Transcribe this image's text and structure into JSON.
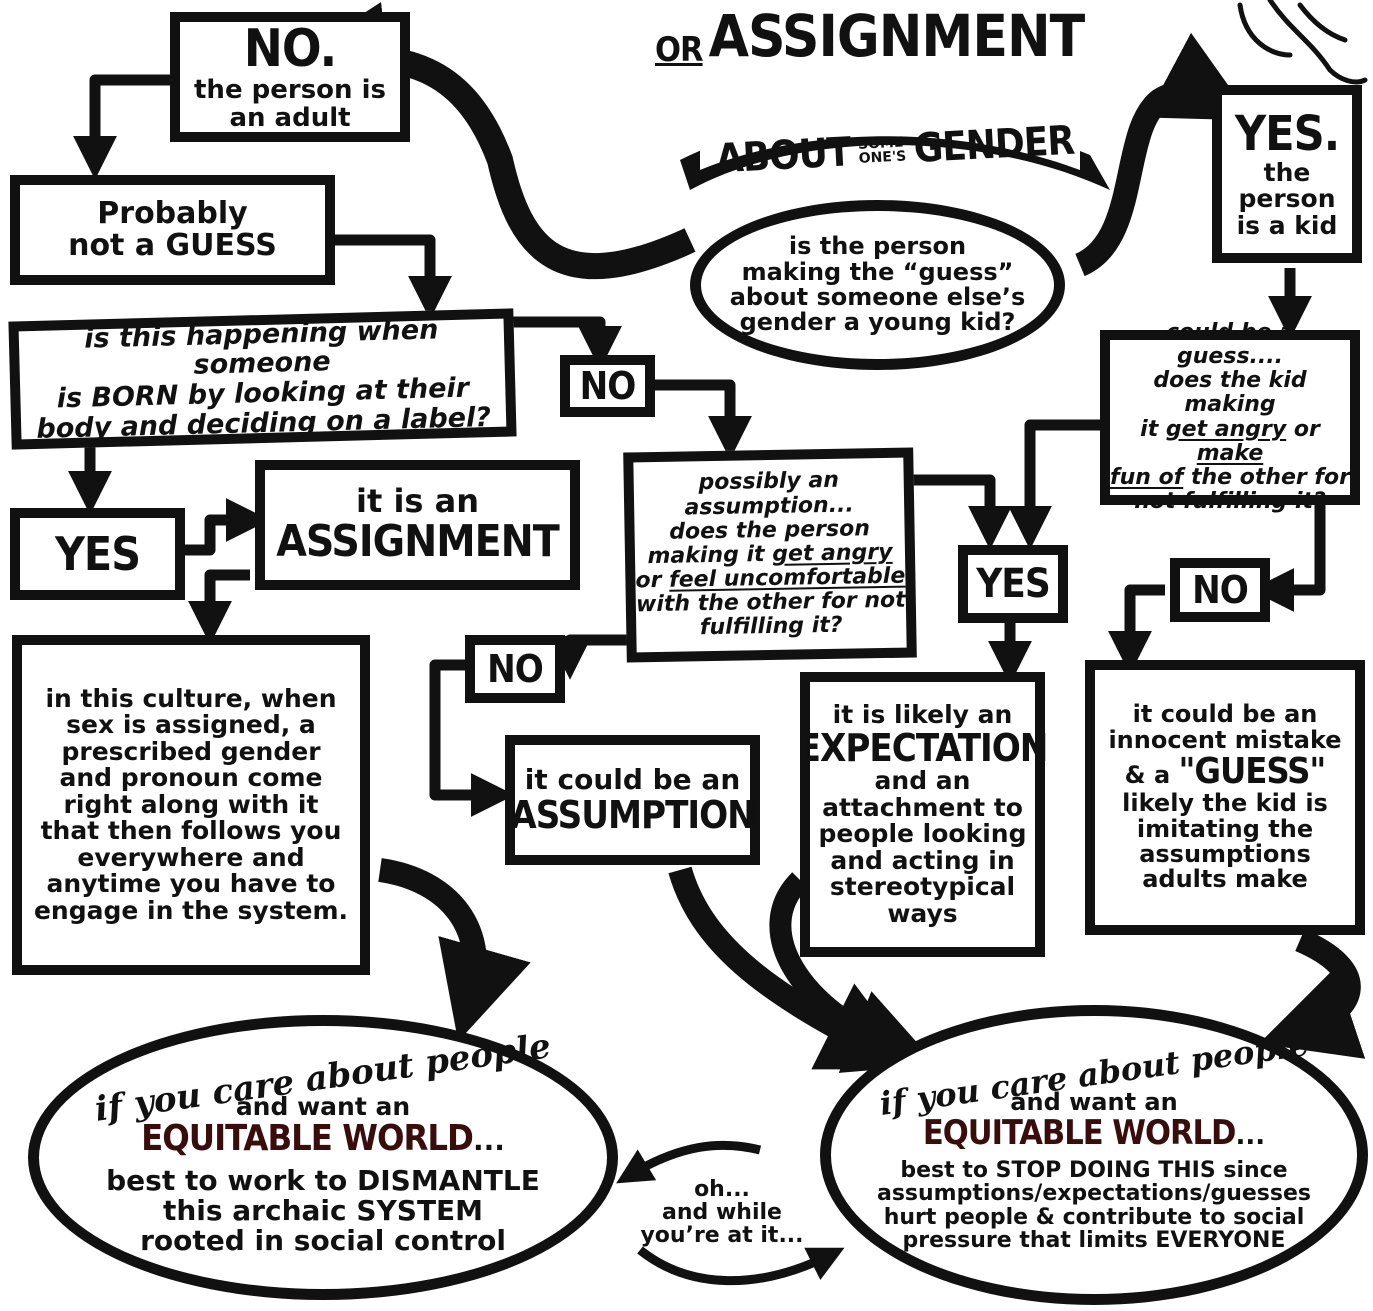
{
  "title": {
    "or_prefix": "OR",
    "assignment": "ASSIGNMENT"
  },
  "banner": {
    "about": "ABOUT",
    "some": "SOME",
    "ones": "ONE'S",
    "gender": "GENDER"
  },
  "start": {
    "lines": [
      "is the person",
      "making the “guess”",
      "about someone else’s",
      "gender a young kid?"
    ]
  },
  "no_adult": {
    "head": "NO.",
    "lines": [
      "the person is",
      "an adult"
    ]
  },
  "yes_kid": {
    "head": "YES.",
    "lines": [
      "the",
      "person",
      "is a kid"
    ]
  },
  "probably": {
    "lines": [
      "Probably",
      "not a GUESS"
    ]
  },
  "born_q": {
    "lines": [
      "is this happening when someone",
      "is BORN by looking at their",
      "body and deciding on a label?"
    ]
  },
  "labels": {
    "yes": "YES",
    "no": "NO"
  },
  "assignment_box": {
    "line1": "it is an",
    "big": "ASSIGNMENT"
  },
  "culture": {
    "lines": [
      "in this culture, when",
      "sex is assigned, a",
      "prescribed gender",
      "and pronoun come",
      "right along with it",
      "that then follows you",
      "everywhere and",
      "anytime you have to",
      "engage in the system."
    ]
  },
  "possibly": {
    "l1": "possibly an",
    "l2": "assumption...",
    "l3": "does the person",
    "l4a": "making it ",
    "l4u": "get angry",
    "l5a": "or ",
    "l5u": "feel uncomfortable",
    "l6": "with the other for not",
    "l7": "fulfilling it?"
  },
  "kid_guess": {
    "l1": "could be a guess....",
    "l2": "does the kid making",
    "l3a": "it ",
    "l3u": "get angry",
    "l3b": " or ",
    "l3u2": "make",
    "l4u": "fun of",
    "l4b": " the other for",
    "l5": "not fulfilling it?"
  },
  "assumption_box": {
    "line1": "it could be an",
    "big": "ASSUMPTION"
  },
  "expectation_box": {
    "l1": "it is likely an",
    "big": "EXPECTATION",
    "rest": [
      "and an",
      "attachment to",
      "people looking",
      "and acting in",
      "stereotypical",
      "ways"
    ]
  },
  "mistake_box": {
    "l1": "it could be an",
    "l2": "innocent mistake",
    "l3a": "& a ",
    "guess": "\"GUESS\"",
    "rest": [
      "likely the kid is",
      "imitating the",
      "assumptions",
      "adults make"
    ]
  },
  "left_oval": {
    "script": "if you care about people",
    "want": "and want an",
    "equitable": "EQUITABLE WORLD",
    "ellipsis": "...",
    "body": [
      "best to work to DISMANTLE",
      "this archaic SYSTEM",
      "rooted in social control"
    ]
  },
  "right_oval": {
    "script": "if you care about people",
    "want": "and want an",
    "equitable": "EQUITABLE WORLD",
    "ellipsis": "...",
    "body": [
      "best to STOP DOING THIS since",
      "assumptions/expectations/guesses",
      "hurt people & contribute to social",
      "pressure that limits EVERYONE"
    ]
  },
  "middle_note": {
    "lines": [
      "oh...",
      "and while",
      "you’re at it..."
    ]
  }
}
